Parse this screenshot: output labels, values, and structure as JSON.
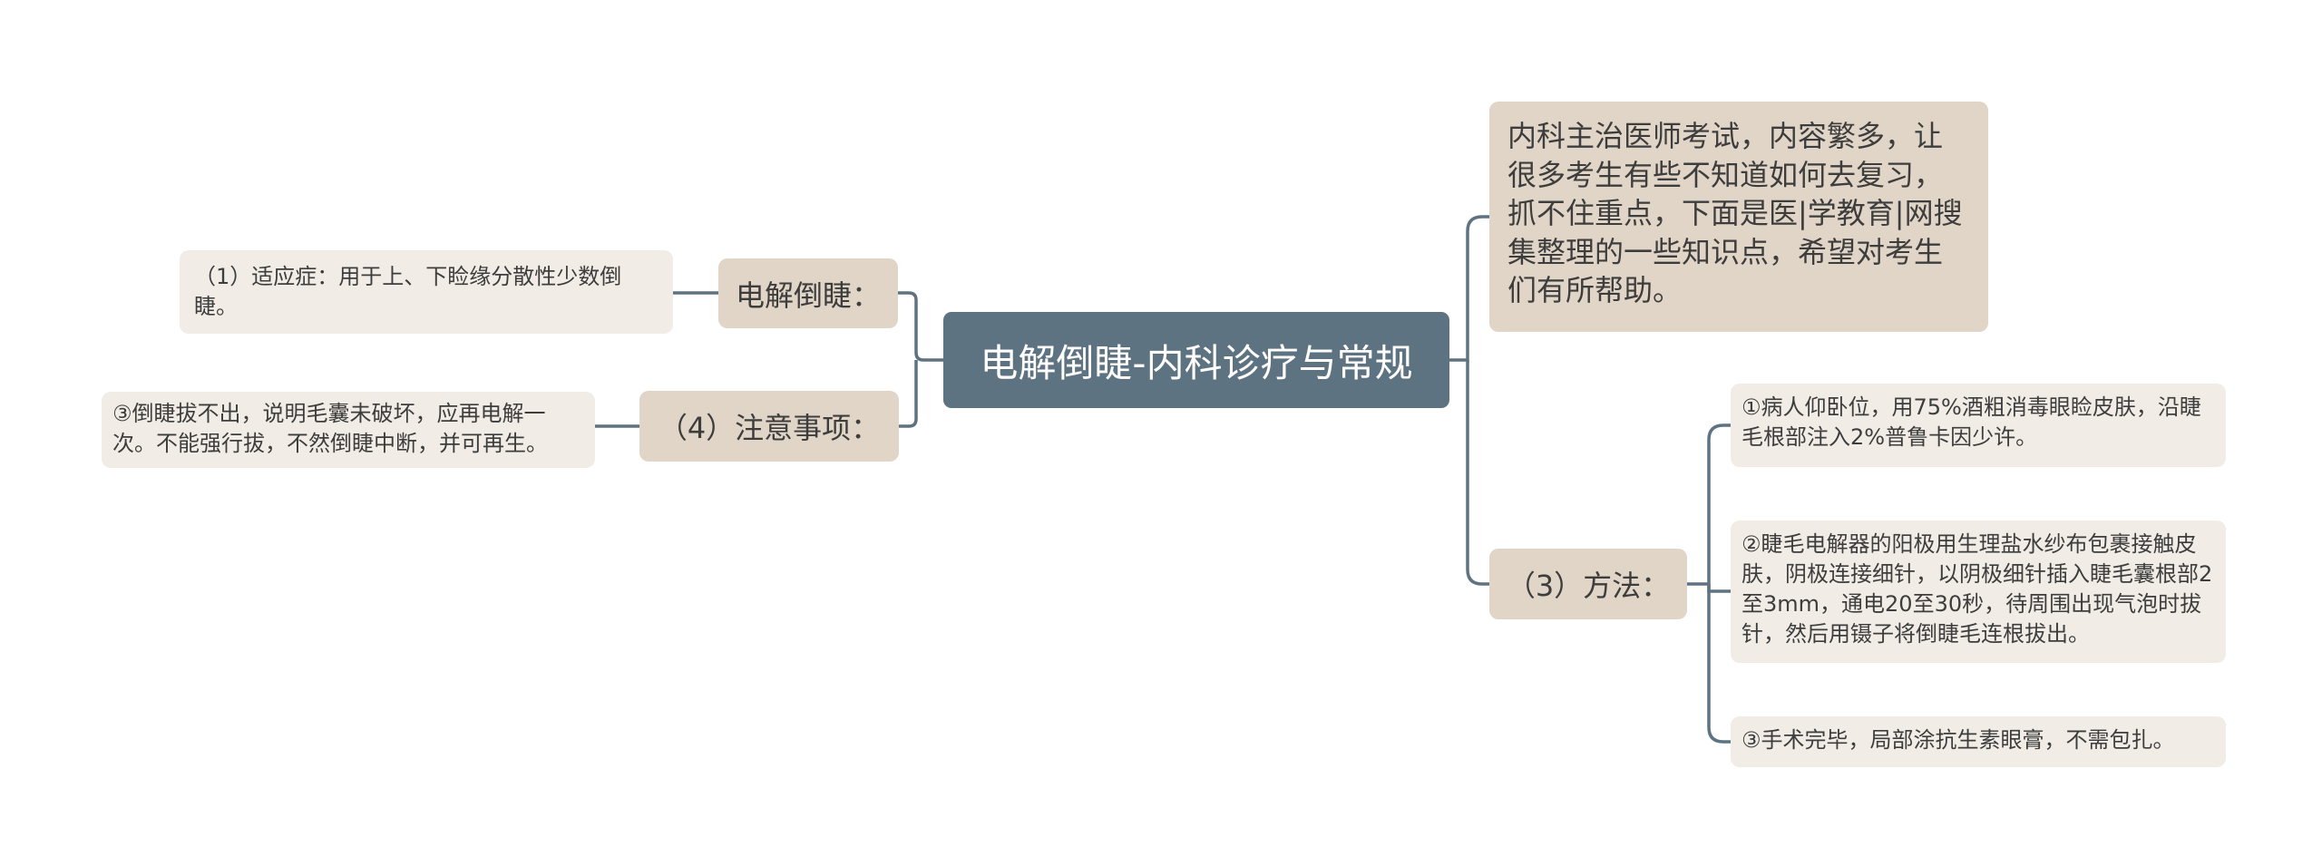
{
  "colors": {
    "root_fill": "#5e7381",
    "branch_fill": "#e0d5c6",
    "leaf_fill": "#f1ede6",
    "connector": "#5e7381",
    "text": "#3d3d3d"
  },
  "root": {
    "label": "电解倒睫-内科诊疗与常规"
  },
  "intro": {
    "text": "内科主治医师考试，内容繁多，让很多考生有些不知道如何去复习，抓不住重点，下面是医|学教育|网搜集整理的一些知识点，希望对考生们有所帮助。"
  },
  "left_branches": [
    {
      "label": "电解倒睫：",
      "leaves": [
        "（1）适应症：用于上、下睑缘分散性少数倒睫。"
      ]
    },
    {
      "label": "（4）注意事项：",
      "leaves": [
        "③倒睫拔不出，说明毛囊未破坏，应再电解一次。不能强行拔，不然倒睫中断，并可再生。"
      ]
    }
  ],
  "right_branches": [
    {
      "label": "（3）方法：",
      "leaves": [
        "①病人仰卧位，用75%酒粗消毒眼睑皮肤，沿睫毛根部注入2%普鲁卡因少许。",
        "②睫毛电解器的阳极用生理盐水纱布包裹接触皮肤，阴极连接细针，以阴极细针插入睫毛囊根部2至3mm，通电20至30秒，待周围出现气泡时拔针，然后用镊子将倒睫毛连根拔出。",
        "③手术完毕，局部涂抗生素眼膏，不需包扎。"
      ]
    }
  ]
}
